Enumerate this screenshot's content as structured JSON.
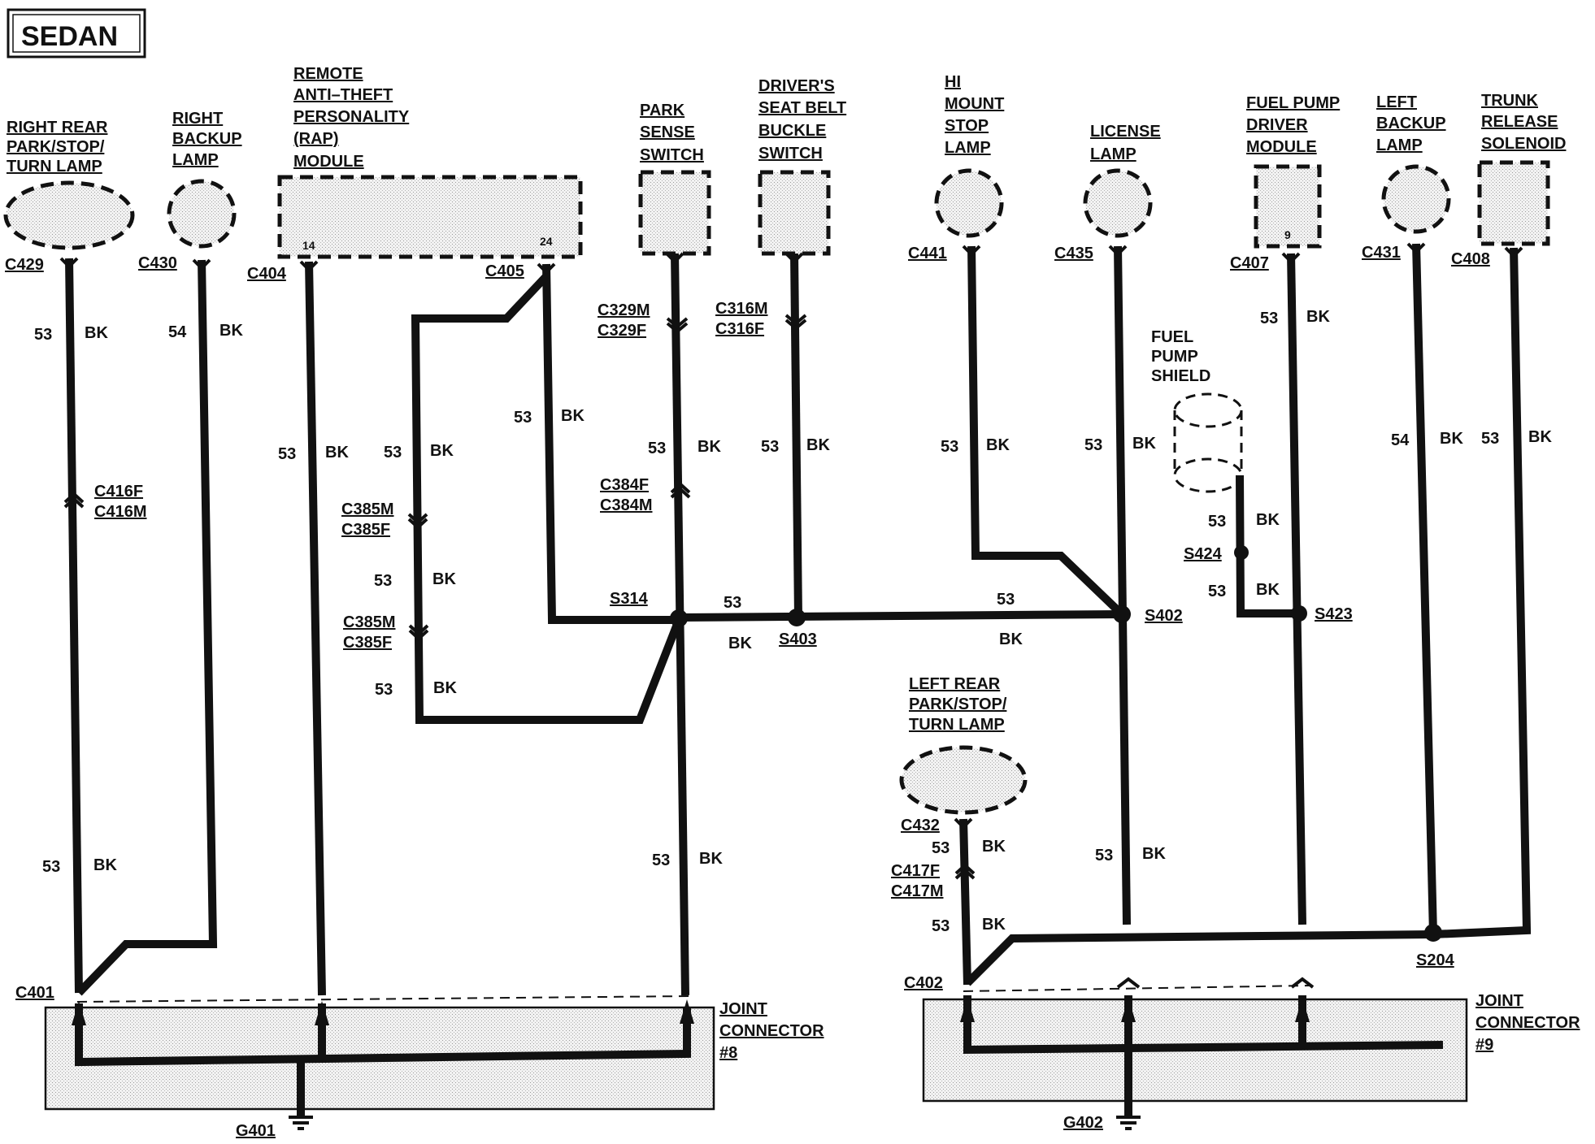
{
  "title": "SEDAN",
  "components": {
    "right_rear_lamp": [
      "RIGHT REAR",
      "PARK/STOP/",
      "TURN LAMP"
    ],
    "right_backup_lamp": [
      "RIGHT",
      "BACKUP",
      "LAMP"
    ],
    "rap_module": [
      "REMOTE",
      "ANTI–THEFT",
      "PERSONALITY",
      "(RAP)",
      "MODULE"
    ],
    "rap_pins": [
      "14",
      "24"
    ],
    "park_sense_switch": [
      "PARK",
      "SENSE",
      "SWITCH"
    ],
    "seat_belt_switch": [
      "DRIVER'S",
      "SEAT BELT",
      "BUCKLE",
      "SWITCH"
    ],
    "hi_mount_lamp": [
      "HI",
      "MOUNT",
      "STOP",
      "LAMP"
    ],
    "license_lamp": [
      "LICENSE",
      "LAMP"
    ],
    "fuel_pump_module": [
      "FUEL PUMP",
      "DRIVER",
      "MODULE"
    ],
    "fuel_pump_pin": "9",
    "left_backup_lamp": [
      "LEFT",
      "BACKUP",
      "LAMP"
    ],
    "trunk_solenoid": [
      "TRUNK",
      "RELEASE",
      "SOLENOID"
    ],
    "fuel_pump_shield": [
      "FUEL",
      "PUMP",
      "SHIELD"
    ],
    "left_rear_lamp": [
      "LEFT REAR",
      "PARK/STOP/",
      "TURN LAMP"
    ],
    "joint_connector_8": [
      "JOINT",
      "CONNECTOR",
      "#8"
    ],
    "joint_connector_9": [
      "JOINT",
      "CONNECTOR",
      "#9"
    ]
  },
  "connectors": {
    "c429": "C429",
    "c430": "C430",
    "c404": "C404",
    "c405": "C405",
    "c441": "C441",
    "c435": "C435",
    "c407": "C407",
    "c431": "C431",
    "c408": "C408",
    "c329": [
      "C329M",
      "C329F"
    ],
    "c316": [
      "C316M",
      "C316F"
    ],
    "c416": [
      "C416F",
      "C416M"
    ],
    "c384": [
      "C384F",
      "C384M"
    ],
    "c385a": [
      "C385M",
      "C385F"
    ],
    "c385b": [
      "C385M",
      "C385F"
    ],
    "c417": [
      "C417F",
      "C417M"
    ],
    "c432": "C432",
    "c401": "C401",
    "c402": "C402"
  },
  "splices": {
    "s314": "S314",
    "s403": "S403",
    "s402": "S402",
    "s424": "S424",
    "s423": "S423",
    "s204": "S204"
  },
  "grounds": {
    "g401": "G401",
    "g402": "G402"
  },
  "circuits": {
    "c53": "53",
    "c54": "54",
    "bk": "BK"
  }
}
